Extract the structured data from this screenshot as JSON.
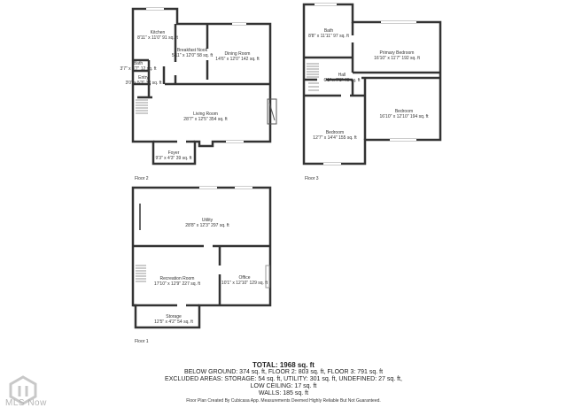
{
  "floors": {
    "floor2": {
      "label": "Floor 2",
      "rooms": [
        {
          "name": "Kitchen",
          "dim": "8'11\" x 11'0\" 91 sq. ft"
        },
        {
          "name": "Breakfast Nook",
          "dim": "5'11\" x 12'0\" 58 sq. ft"
        },
        {
          "name": "Dining Room",
          "dim": "14'6\" x 12'0\" 142 sq. ft"
        },
        {
          "name": "Bath",
          "dim": "3'7\" x 3'7\" 12 sq. ft"
        },
        {
          "name": "Entry",
          "dim": "3'0\" x 5'3\" 32 sq. ft"
        },
        {
          "name": "Living Room",
          "dim": "28'7\" x 12'5\" 354 sq. ft"
        },
        {
          "name": "Foyer",
          "dim": "9'3\" x 4'3\" 39 sq. ft"
        }
      ]
    },
    "floor3": {
      "label": "Floor 3",
      "rooms": [
        {
          "name": "Bath",
          "dim": "8'8\" x 11'11\" 97 sq. ft"
        },
        {
          "name": "Primary Bedroom",
          "dim": "16'10\" x 11'7\" 192 sq. ft"
        },
        {
          "name": "Hall",
          "dim": "6'1\" x 7'1\" 49 sq. ft"
        },
        {
          "name": "Bedroom",
          "dim": "16'10\" x 12'10\" 194 sq. ft"
        },
        {
          "name": "Bedroom",
          "dim": "12'7\" x 14'4\" 155 sq. ft"
        }
      ]
    },
    "floor1": {
      "label": "Floor 1",
      "rooms": [
        {
          "name": "Utility",
          "dim": "28'8\" x 12'3\" 297 sq. ft"
        },
        {
          "name": "Recreation Room",
          "dim": "17'10\" x 12'9\" 227 sq. ft"
        },
        {
          "name": "Office",
          "dim": "10'1\" x 12'10\" 129 sq. ft"
        },
        {
          "name": "Storage",
          "dim": "12'5\" x 4'2\" 54 sq. ft"
        }
      ]
    }
  },
  "summary": {
    "total": "TOTAL: 1968 sq. ft",
    "lines": [
      "BELOW GROUND: 374 sq. ft, FLOOR 2: 803 sq. ft, FLOOR 3: 791 sq. ft",
      "EXCLUDED AREAS: STORAGE: 54 sq. ft, UTILITY: 301 sq. ft, UNDEFINED: 27 sq. ft,",
      "LOW CEILING: 17 sq. ft",
      "WALLS: 185 sq. ft"
    ]
  },
  "footer": "Floor Plan Created By Cubicasa App. Measurements Deemed Highly Reliable But Not Guaranteed.",
  "logo_text": "MLS Now",
  "colors": {
    "wall": "#333333",
    "window": "#bbbbbb",
    "logo": "#c8c8c8"
  }
}
